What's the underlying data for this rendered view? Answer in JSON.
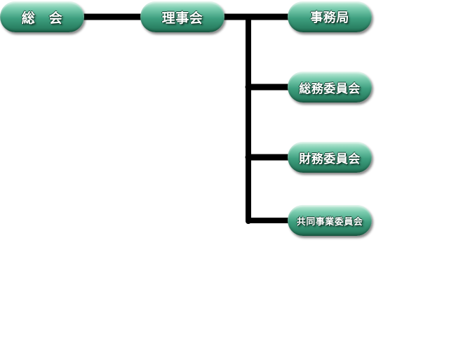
{
  "chart": {
    "nodes": {
      "general_assembly": "総　会",
      "board_of_directors": "理事会",
      "secretariat": "事務局",
      "general_affairs_committee": "総務委員会",
      "finance_committee": "財務委員会",
      "joint_business_committee": "共同事業委員会"
    },
    "colors": {
      "node_fill": "#3e9f7f",
      "node_highlight": "#c8eedd",
      "node_text": "#ffffff",
      "connector": "#000000"
    }
  }
}
